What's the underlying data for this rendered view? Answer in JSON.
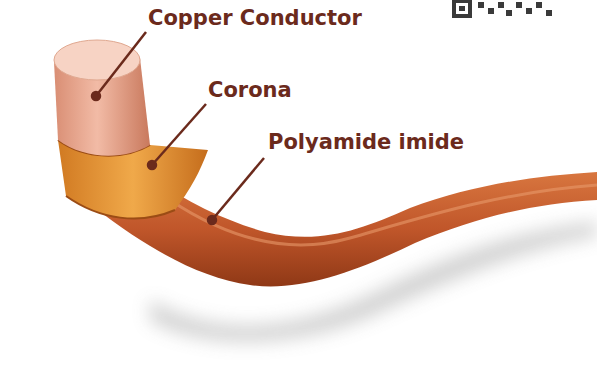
{
  "diagram": {
    "labels": [
      "Copper Conductor",
      "Corona",
      "Polyamide imide"
    ]
  }
}
